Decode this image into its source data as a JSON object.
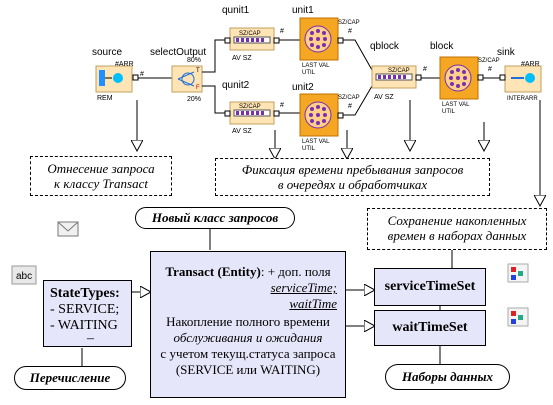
{
  "flow": {
    "source": "source",
    "select_output": "selectOutput",
    "qunit1": "qunit1",
    "qunit2": "qunit2",
    "unit1": "unit1",
    "unit2": "unit2",
    "qblock": "qblock",
    "block": "block",
    "sink": "sink",
    "arr": "#ARR",
    "rem": "REM",
    "pct80": "80%",
    "pct20": "20%",
    "t": "T",
    "f": "F",
    "hash": "#",
    "sz_cap": "SZ/CAP",
    "av_sz": "AV SZ",
    "last_val": "LAST VAL",
    "util": "UTIL",
    "interarr": "INTERARR"
  },
  "notes": {
    "transact_line1": "Отнесение запроса",
    "transact_line2": "к классу Transact",
    "fix_line1": "Фиксация времени пребывания запросов",
    "fix_line2": "в очередях и обработчиках",
    "save_line1": "Сохранение накопленных",
    "save_line2": "времен в наборах данных"
  },
  "new_class": "Новый класс запросов",
  "enum_label": "Перечисление",
  "datasets_label": "Наборы данных",
  "abc": "abc",
  "state_types": {
    "title": "StateTypes:",
    "item1": "- SERVICE;",
    "item2": "- WAITING",
    "dash": "–"
  },
  "transact": {
    "title": "Transact (Entity)",
    "suffix": ": + доп. поля",
    "field1": "serviceTime;",
    "field2": "waitTime",
    "desc1": "Накопление полного времени",
    "desc2": "обслуживания и ожидания",
    "desc3": "с учетом текущ.статуса запроса",
    "desc4": "(SERVICE или WAITING)"
  },
  "service_set": "serviceTimeSet",
  "wait_set": "waitTimeSet"
}
